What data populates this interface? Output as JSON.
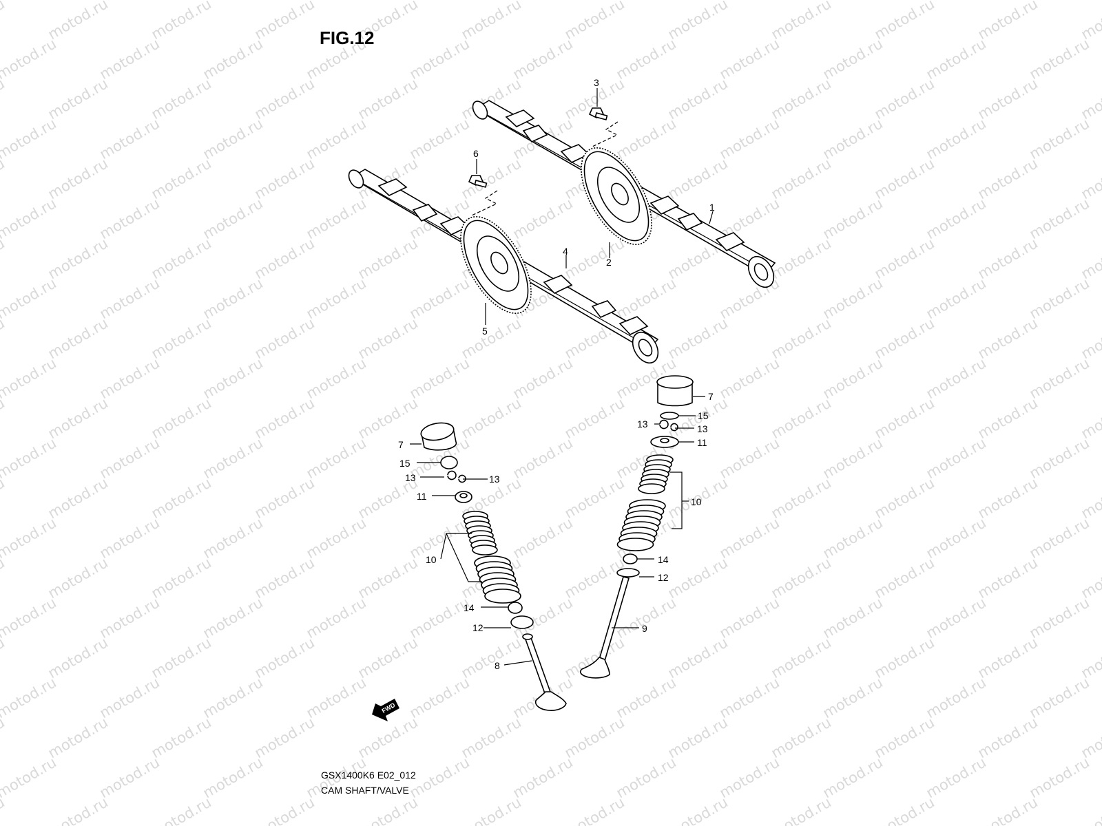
{
  "figure": {
    "title": "FIG.12",
    "model_code": "GSX1400K6 E02_012",
    "caption": "CAM SHAFT/VALVE"
  },
  "watermark": {
    "text": "motod.ru",
    "color": "#d9d9d9"
  },
  "fwd_badge": {
    "text": "FWD"
  },
  "callouts": {
    "c1": "1",
    "c2": "2",
    "c3": "3",
    "c4": "4",
    "c5": "5",
    "c6": "6",
    "c7_left": "7",
    "c7_right": "7",
    "c8": "8",
    "c9": "9",
    "c10_left": "10",
    "c10_right": "10",
    "c11_left": "11",
    "c11_right": "11",
    "c12_left": "12",
    "c12_right": "12",
    "c13_left_a": "13",
    "c13_left_b": "13",
    "c13_right_a": "13",
    "c13_right_b": "13",
    "c14_left": "14",
    "c14_right": "14",
    "c15_left": "15",
    "c15_right": "15"
  }
}
